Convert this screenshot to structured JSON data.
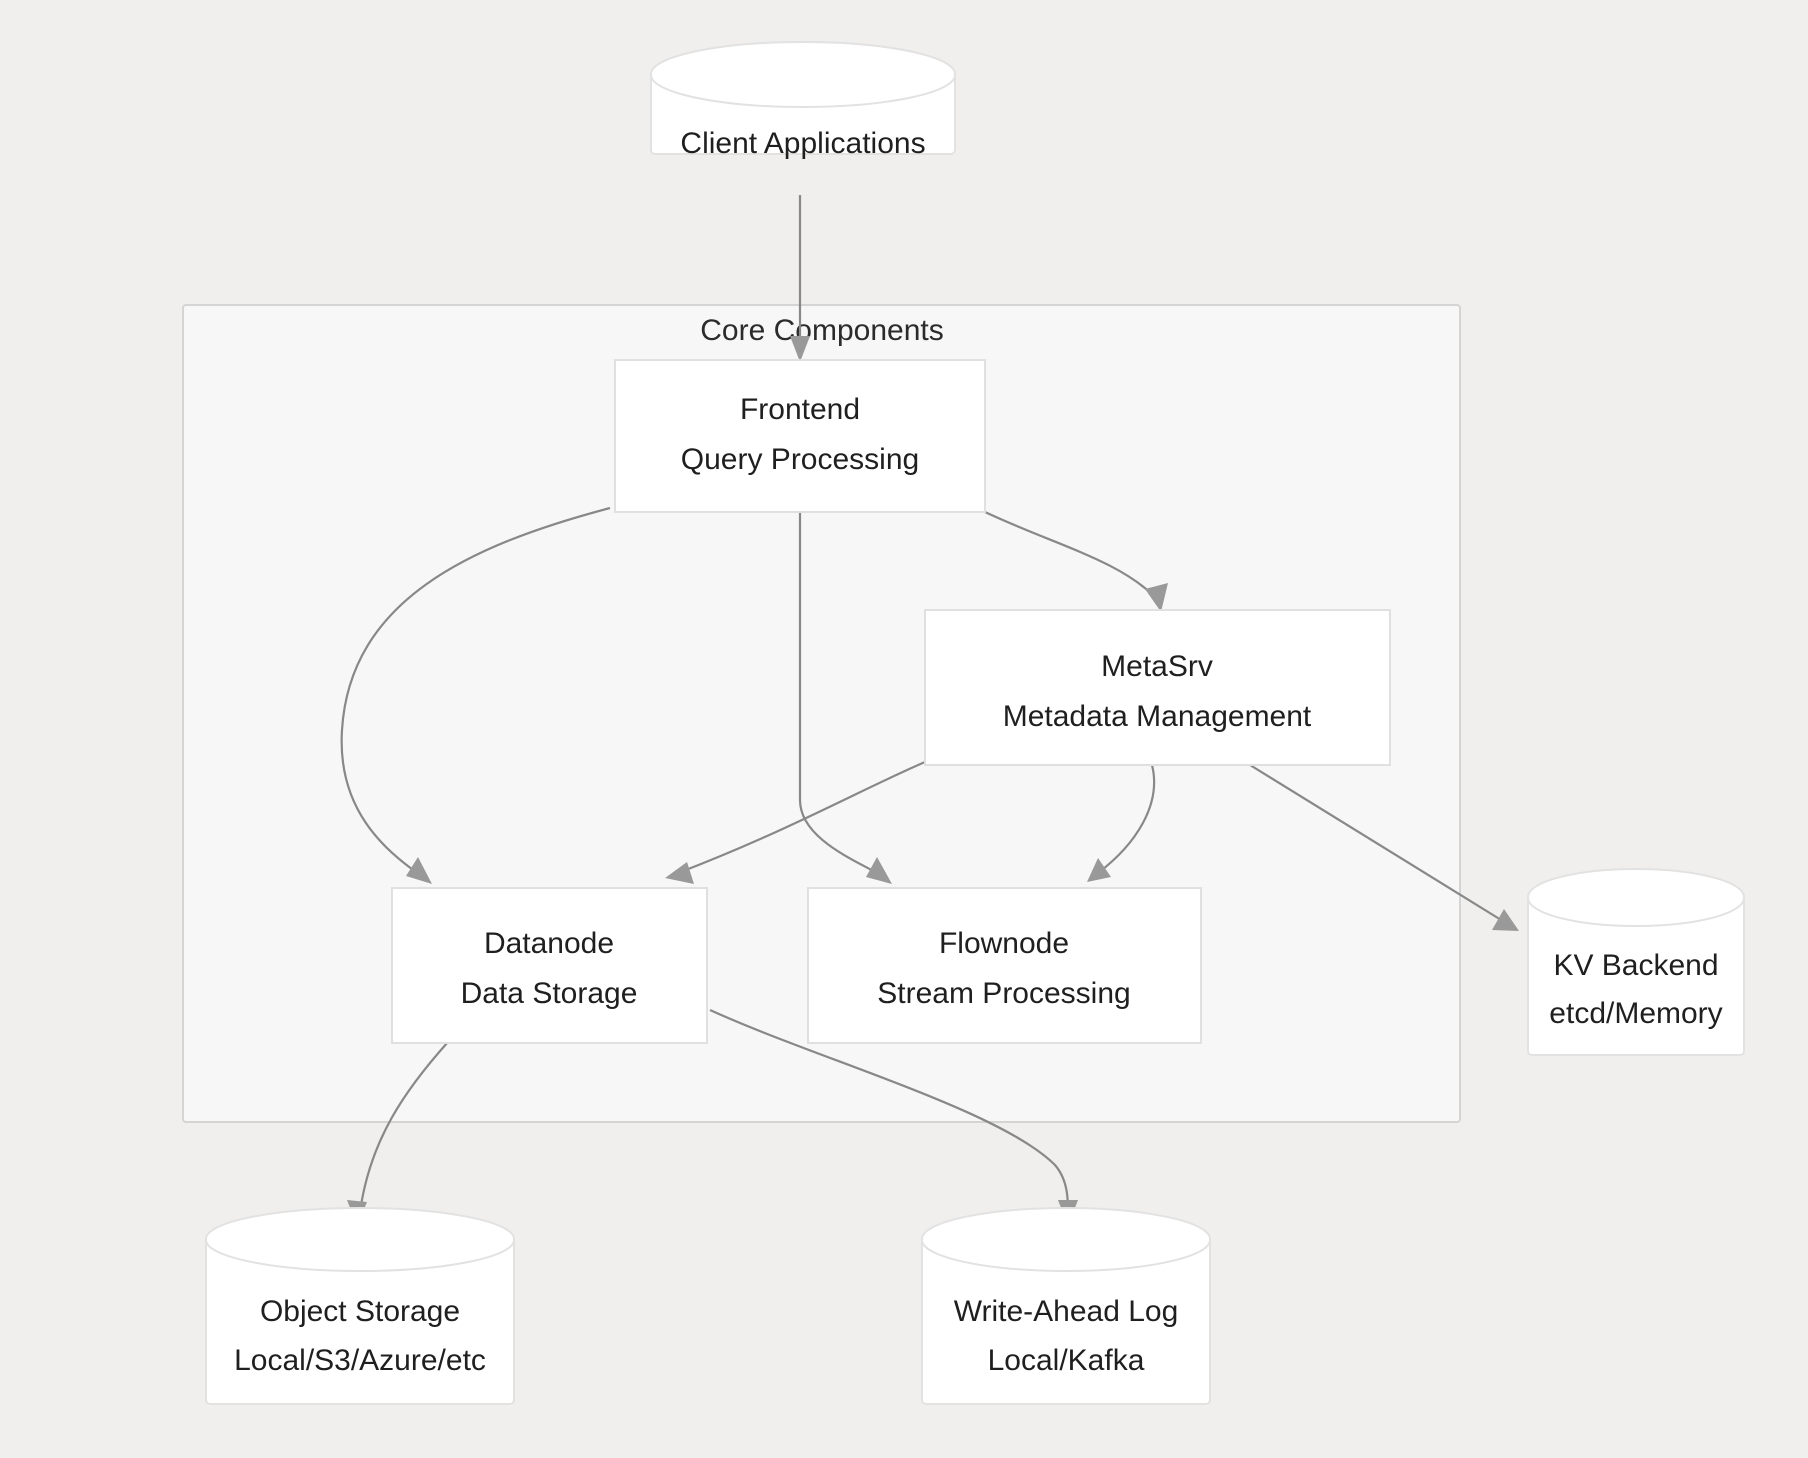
{
  "diagram": {
    "type": "flowchart",
    "direction": "top-down",
    "background_color": "#f0efed",
    "cluster": {
      "id": "core",
      "label": "Core Components",
      "fill_color": "#f7f7f7",
      "border_color": "#d4d4d4"
    },
    "node_fill_color": "#ffffff",
    "node_border_color": "#e0e0e0",
    "edge_color": "#888888",
    "arrow_color": "#999999",
    "text_color": "#1f1f1f",
    "nodes": [
      {
        "id": "client",
        "shape": "cylinder",
        "lines": [
          "Client Applications"
        ],
        "in_cluster": false
      },
      {
        "id": "frontend",
        "shape": "rect",
        "lines": [
          "Frontend",
          "Query Processing"
        ],
        "in_cluster": true
      },
      {
        "id": "metasrv",
        "shape": "rect",
        "lines": [
          "MetaSrv",
          "Metadata Management"
        ],
        "in_cluster": true
      },
      {
        "id": "datanode",
        "shape": "rect",
        "lines": [
          "Datanode",
          "Data Storage"
        ],
        "in_cluster": true
      },
      {
        "id": "flownode",
        "shape": "rect",
        "lines": [
          "Flownode",
          "Stream Processing"
        ],
        "in_cluster": true
      },
      {
        "id": "kv",
        "shape": "cylinder",
        "lines": [
          "KV Backend",
          "etcd/Memory"
        ],
        "in_cluster": false
      },
      {
        "id": "objectstore",
        "shape": "cylinder",
        "lines": [
          "Object Storage",
          "Local/S3/Azure/etc"
        ],
        "in_cluster": false
      },
      {
        "id": "wal",
        "shape": "cylinder",
        "lines": [
          "Write-Ahead Log",
          "Local/Kafka"
        ],
        "in_cluster": false
      }
    ],
    "edges": [
      {
        "from": "client",
        "to": "frontend",
        "label": ""
      },
      {
        "from": "frontend",
        "to": "datanode",
        "label": ""
      },
      {
        "from": "frontend",
        "to": "flownode",
        "label": ""
      },
      {
        "from": "frontend",
        "to": "metasrv",
        "label": ""
      },
      {
        "from": "metasrv",
        "to": "datanode",
        "label": ""
      },
      {
        "from": "metasrv",
        "to": "flownode",
        "label": ""
      },
      {
        "from": "metasrv",
        "to": "kv",
        "label": ""
      },
      {
        "from": "datanode",
        "to": "objectstore",
        "label": ""
      },
      {
        "from": "datanode",
        "to": "wal",
        "label": ""
      }
    ]
  }
}
